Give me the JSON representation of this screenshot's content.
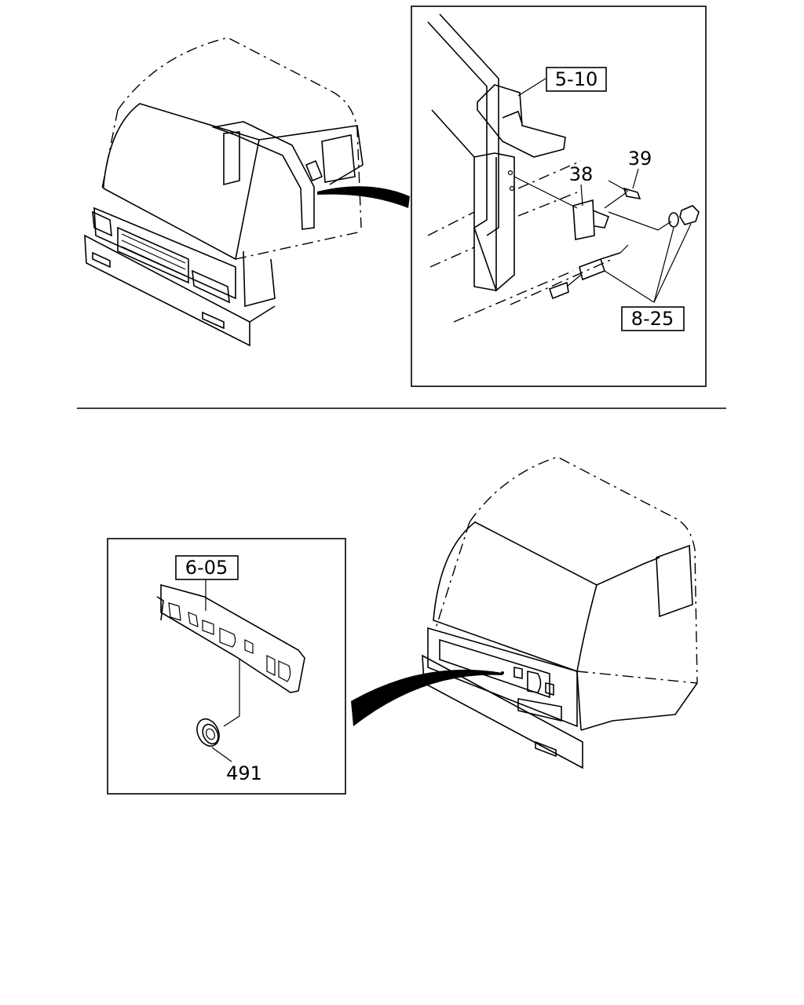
{
  "top_detail": {
    "ref_5_10": "5-10",
    "part_38": "38",
    "part_39": "39",
    "ref_8_25": "8-25"
  },
  "bottom_detail": {
    "ref_6_05": "6-05",
    "part_491": "491"
  }
}
